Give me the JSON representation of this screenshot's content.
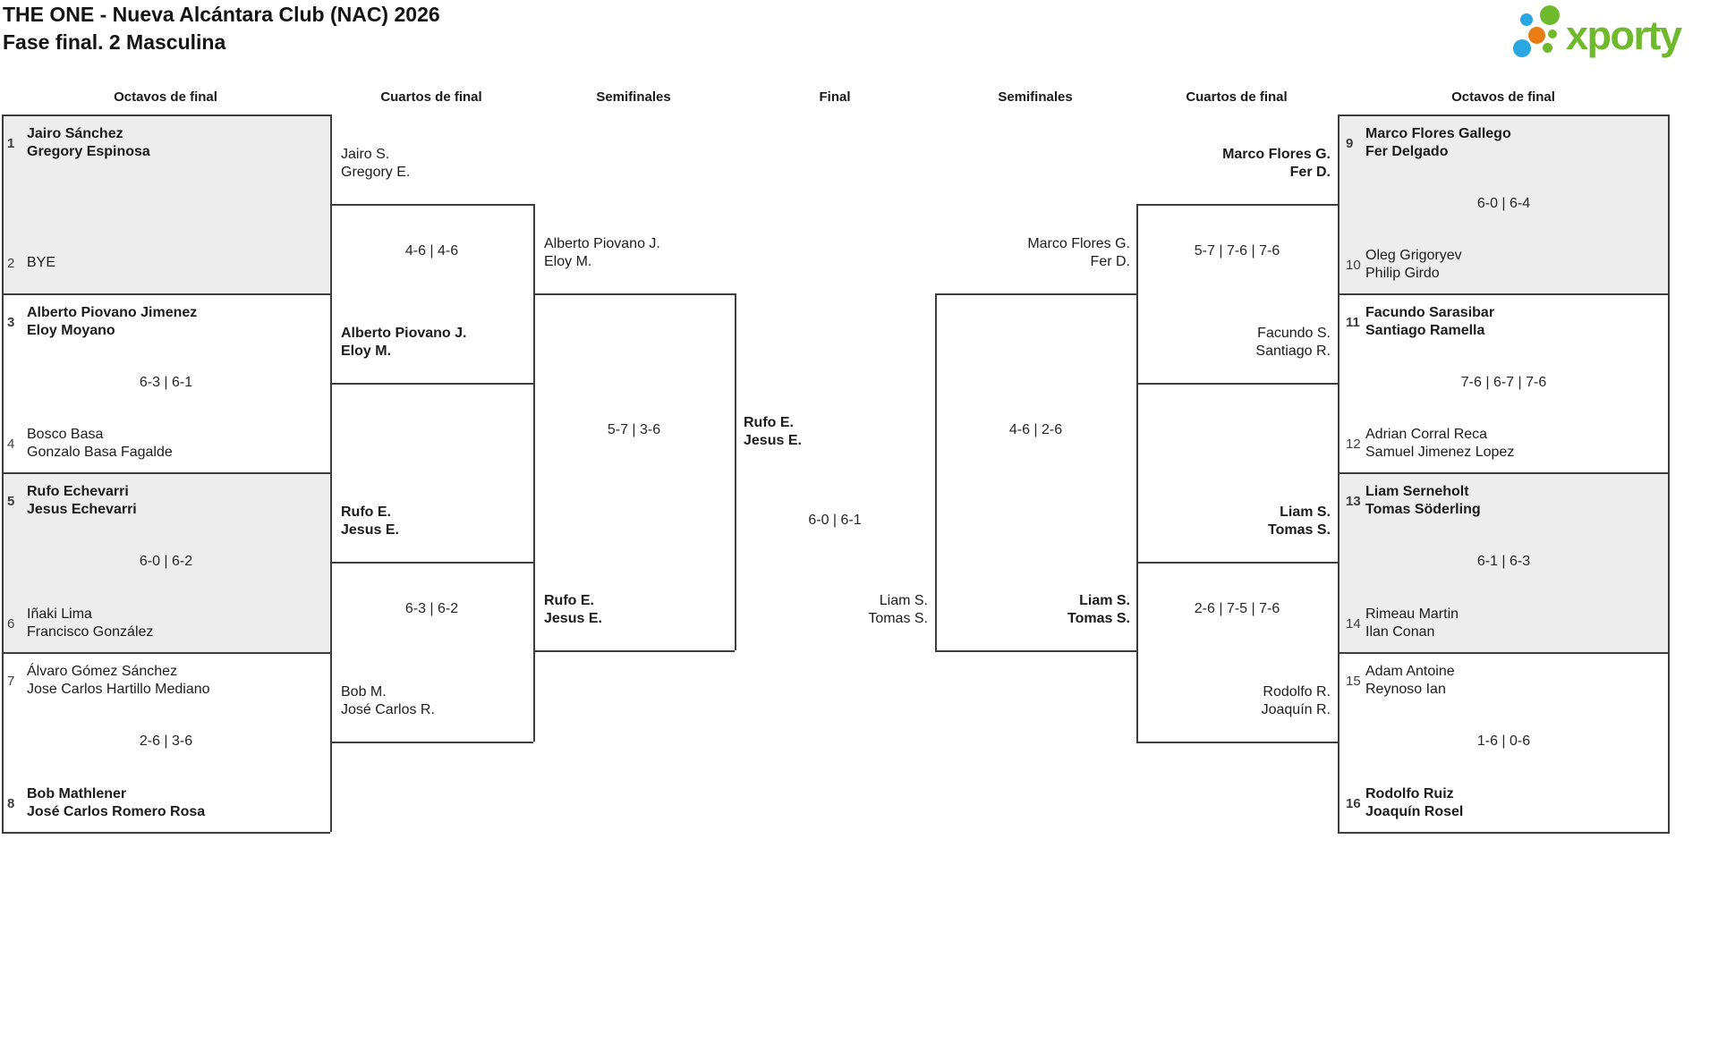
{
  "header": {
    "title_line1": "THE ONE - Nueva Alcántara Club (NAC) 2026",
    "title_line2": "Fase final. 2 Masculina"
  },
  "logo": {
    "text": "xporty",
    "green": "#6fb92c",
    "blue": "#29a7e1",
    "orange": "#e97c13"
  },
  "round_headers": {
    "octavos_left": "Octavos de final",
    "cuartos_left": "Cuartos de final",
    "semis_left": "Semifinales",
    "final": "Final",
    "semis_right": "Semifinales",
    "cuartos_right": "Cuartos de final",
    "octavos_right": "Octavos de final"
  },
  "bracket": {
    "r16_left": [
      {
        "top": {
          "seed": "1",
          "p1": "Jairo Sánchez",
          "p2": "Gregory Espinosa",
          "winner": true
        },
        "bottom": {
          "seed": "2",
          "p1": "BYE",
          "winner": false
        },
        "score": ""
      },
      {
        "top": {
          "seed": "3",
          "p1": "Alberto Piovano Jimenez",
          "p2": "Eloy Moyano",
          "winner": true
        },
        "bottom": {
          "seed": "4",
          "p1": "Bosco Basa",
          "p2": "Gonzalo Basa Fagalde",
          "winner": false
        },
        "score": "6-3 | 6-1"
      },
      {
        "top": {
          "seed": "5",
          "p1": "Rufo Echevarri",
          "p2": "Jesus Echevarri",
          "winner": true
        },
        "bottom": {
          "seed": "6",
          "p1": "Iñaki Lima",
          "p2": "Francisco González",
          "winner": false
        },
        "score": "6-0 | 6-2"
      },
      {
        "top": {
          "seed": "7",
          "p1": "Álvaro Gómez Sánchez",
          "p2": "Jose Carlos Hartillo Mediano",
          "winner": false
        },
        "bottom": {
          "seed": "8",
          "p1": "Bob Mathlener",
          "p2": "José Carlos Romero Rosa",
          "winner": true
        },
        "score": "2-6 | 3-6"
      }
    ],
    "qf_left": [
      {
        "top": {
          "p1": "Jairo S.",
          "p2": "Gregory E.",
          "winner": false
        },
        "bottom": {
          "p1": "Alberto Piovano J.",
          "p2": "Eloy M.",
          "winner": true
        },
        "score": "4-6 | 4-6"
      },
      {
        "top": {
          "p1": "Rufo E.",
          "p2": "Jesus E.",
          "winner": true
        },
        "bottom": {
          "p1": "Bob M.",
          "p2": "José Carlos R.",
          "winner": false
        },
        "score": "6-3 | 6-2"
      }
    ],
    "sf_left": {
      "top": {
        "p1": "Alberto Piovano J.",
        "p2": "Eloy M.",
        "winner": false
      },
      "bottom": {
        "p1": "Rufo E.",
        "p2": "Jesus E.",
        "winner": true
      },
      "score": "5-7 | 3-6"
    },
    "final": {
      "top": {
        "p1": "Rufo E.",
        "p2": "Jesus E.",
        "winner": true
      },
      "bottom": {
        "p1": "Liam S.",
        "p2": "Tomas S.",
        "winner": false
      },
      "score": "6-0 | 6-1"
    },
    "sf_right": {
      "top": {
        "p1": "Marco Flores G.",
        "p2": "Fer D.",
        "winner": false
      },
      "bottom": {
        "p1": "Liam S.",
        "p2": "Tomas S.",
        "winner": true
      },
      "score": "4-6 | 2-6"
    },
    "qf_right": [
      {
        "top": {
          "p1": "Marco Flores G.",
          "p2": "Fer D.",
          "winner": true
        },
        "bottom": {
          "p1": "Facundo S.",
          "p2": "Santiago R.",
          "winner": false
        },
        "score": "5-7 | 7-6 | 7-6"
      },
      {
        "top": {
          "p1": "Liam S.",
          "p2": "Tomas S.",
          "winner": true
        },
        "bottom": {
          "p1": "Rodolfo R.",
          "p2": "Joaquín R.",
          "winner": false
        },
        "score": "2-6 | 7-5 | 7-6"
      }
    ],
    "r16_right": [
      {
        "top": {
          "seed": "9",
          "p1": "Marco Flores Gallego",
          "p2": "Fer Delgado",
          "winner": true
        },
        "bottom": {
          "seed": "10",
          "p1": "Oleg Grigoryev",
          "p2": "Philip Girdo",
          "winner": false
        },
        "score": "6-0 | 6-4"
      },
      {
        "top": {
          "seed": "11",
          "p1": "Facundo Sarasibar",
          "p2": "Santiago Ramella",
          "winner": true
        },
        "bottom": {
          "seed": "12",
          "p1": "Adrian Corral Reca",
          "p2": "Samuel Jimenez Lopez",
          "winner": false
        },
        "score": "7-6 | 6-7 | 7-6"
      },
      {
        "top": {
          "seed": "13",
          "p1": "Liam Serneholt",
          "p2": "Tomas Söderling",
          "winner": true
        },
        "bottom": {
          "seed": "14",
          "p1": "Rimeau Martin",
          "p2": "Ilan Conan",
          "winner": false
        },
        "score": "6-1 | 6-3"
      },
      {
        "top": {
          "seed": "15",
          "p1": "Adam Antoine",
          "p2": "Reynoso Ian",
          "winner": false
        },
        "bottom": {
          "seed": "16",
          "p1": "Rodolfo Ruiz",
          "p2": "Joaquín Rosel",
          "winner": true
        },
        "score": "1-6 | 0-6"
      }
    ]
  }
}
